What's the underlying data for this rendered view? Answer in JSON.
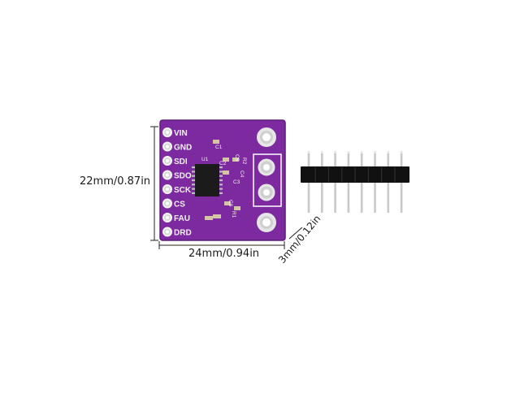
{
  "dimensions": {
    "height_label": "22mm/0.87in",
    "width_label": "24mm/0.94in",
    "pitch_label": "3mm/0.12in"
  },
  "board": {
    "pin_labels": [
      "VIN",
      "GND",
      "SDI",
      "SDO",
      "SCK",
      "CS",
      "FAU",
      "DRD"
    ],
    "component_labels": [
      "C1",
      "C2",
      "C3",
      "C4",
      "C5",
      "C6",
      "R1",
      "R2",
      "U1"
    ],
    "pcb_color": "#7d2aa0",
    "pcb_edge_color": "#5c1c7a",
    "silkscreen_color": "#f2f2f2"
  },
  "header": {
    "pin_count": 8,
    "housing_color": "#111111",
    "pin_color": "#c9c9c9"
  }
}
